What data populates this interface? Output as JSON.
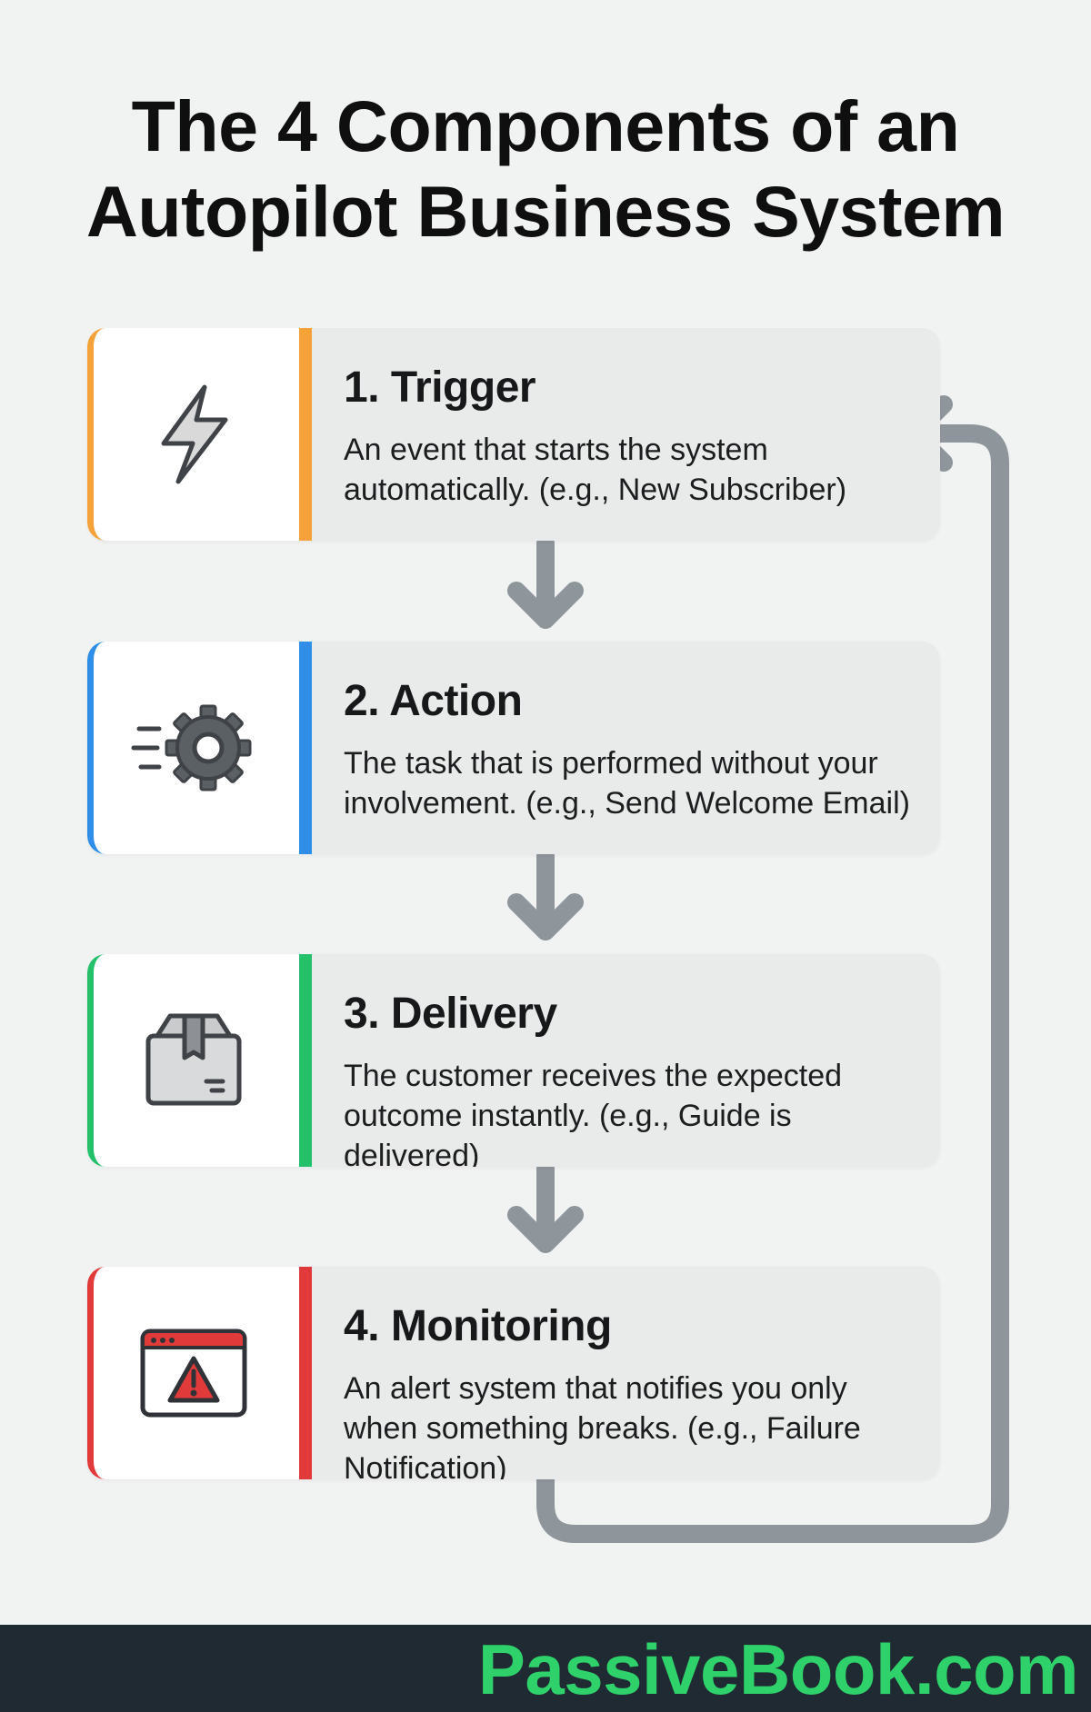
{
  "title": {
    "line1": "The 4 Components of an",
    "line2": "Autopilot Business System"
  },
  "steps": [
    {
      "heading": "1. Trigger",
      "description": "An event that starts the system automatically. (e.g., New Subscriber)",
      "icon": "lightning-bolt-icon",
      "accent": "#f5a23a"
    },
    {
      "heading": "2. Action",
      "description": "The task that is performed without your involvement. (e.g., Send Welcome Email)",
      "icon": "gear-icon",
      "accent": "#2f8fe8"
    },
    {
      "heading": "3. Delivery",
      "description": "The customer receives the expected outcome instantly. (e.g., Guide is delivered)",
      "icon": "package-box-icon",
      "accent": "#25c06a"
    },
    {
      "heading": "4. Monitoring",
      "description": "An alert system that notifies you only when something breaks. (e.g., Failure Notification)",
      "icon": "warning-window-icon",
      "accent": "#e03a3a"
    }
  ],
  "connector_color": "#8e959b",
  "footer": {
    "brand": "PassiveBook.com",
    "brand_color": "#2fd16a",
    "background": "#1f2a33"
  }
}
